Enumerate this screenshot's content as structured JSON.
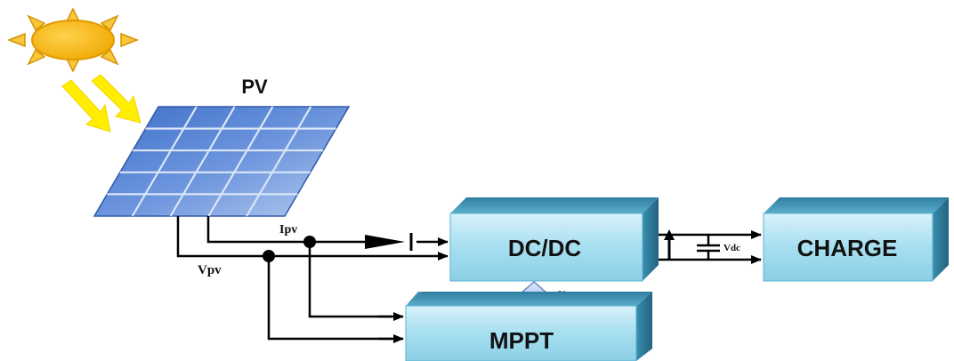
{
  "labels": {
    "pv": "PV",
    "dcdc": "DC/DC",
    "charge": "CHARGE",
    "mppt": "MPPT",
    "ipv": "Ipv",
    "vpv": "Vpv",
    "alpha": "α",
    "vdc": "Vdc"
  },
  "colors": {
    "sun": "#f7b500",
    "sun_rays": "#e8a200",
    "light_beam": "#ffee00",
    "panel": "#5b86d6",
    "panel_grid": "#dbe6f7",
    "block_front": "#a6dff0",
    "block_side": "#3a8fb0",
    "wire": "#000000"
  },
  "icons": [
    "sun-icon",
    "light-arrow-icon",
    "pv-panel-icon",
    "diode-icon",
    "capacitor-icon"
  ]
}
